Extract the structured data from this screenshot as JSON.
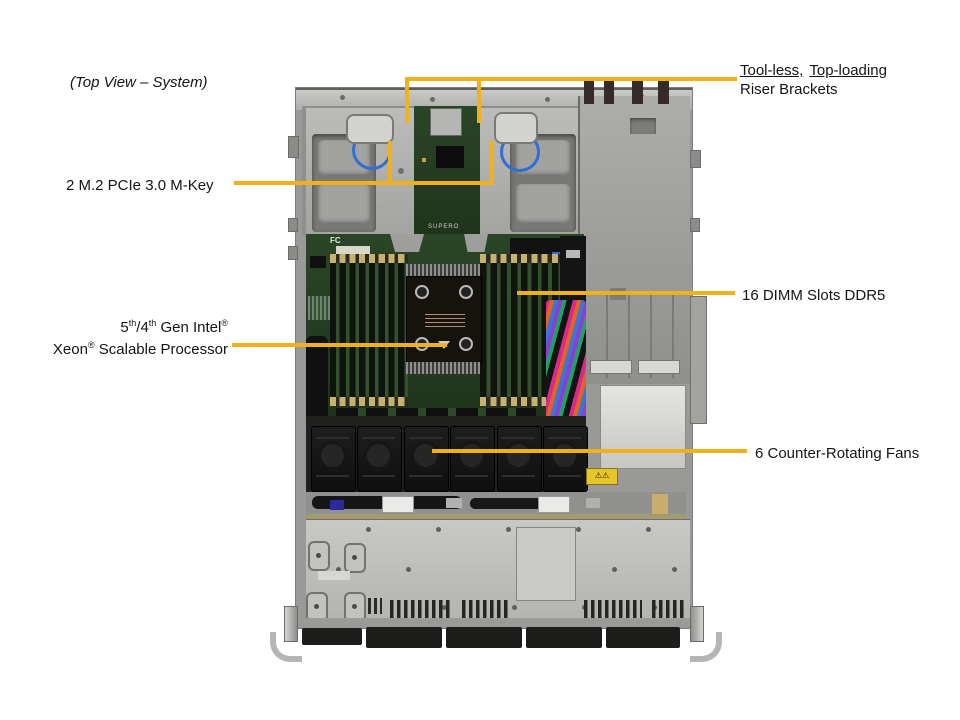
{
  "colors": {
    "callout_accent": "#F0B11C",
    "label_text": "#141414"
  },
  "caption": "(Top View – System)",
  "callouts": {
    "riser": {
      "word1": "Tool-less,",
      "word2": "Top-loading",
      "line2": "Riser Brackets"
    },
    "m2": {
      "label": "2 M.2 PCIe 3.0 M-Key"
    },
    "dimm": {
      "label": "16 DIMM Slots DDR5"
    },
    "cpu": {
      "seg1": "5",
      "sup1": "th",
      "seg2": "/4",
      "sup2": "th",
      "seg3": " Gen Intel",
      "sup3": "®",
      "seg4": "Xeon",
      "sup4": "®",
      "seg5": " Scalable Processor"
    },
    "fans": {
      "label": "6 Counter-Rotating Fans"
    }
  },
  "photo": {
    "board_marking_fc": "FC",
    "board_marking_super": "SUPERO",
    "warning_glyphs": "⚠⚠"
  }
}
